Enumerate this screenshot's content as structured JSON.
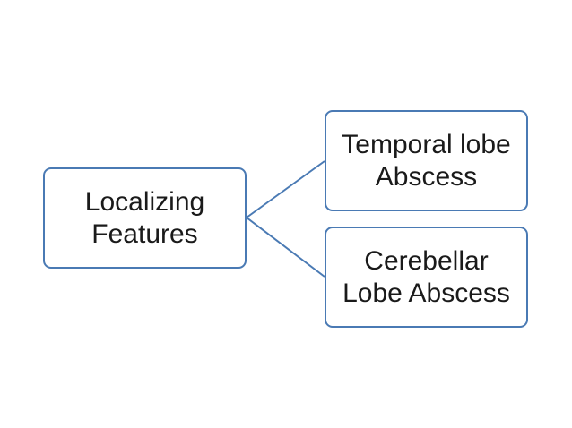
{
  "diagram": {
    "root": {
      "label": "Localizing\nFeatures"
    },
    "children": [
      {
        "label": "Temporal lobe\nAbscess"
      },
      {
        "label": "Cerebellar\nLobe Abscess"
      }
    ],
    "colors": {
      "border": "#4a7ab4",
      "connector": "#4a7ab4",
      "text": "#1a1a1a",
      "background": "#ffffff"
    }
  }
}
